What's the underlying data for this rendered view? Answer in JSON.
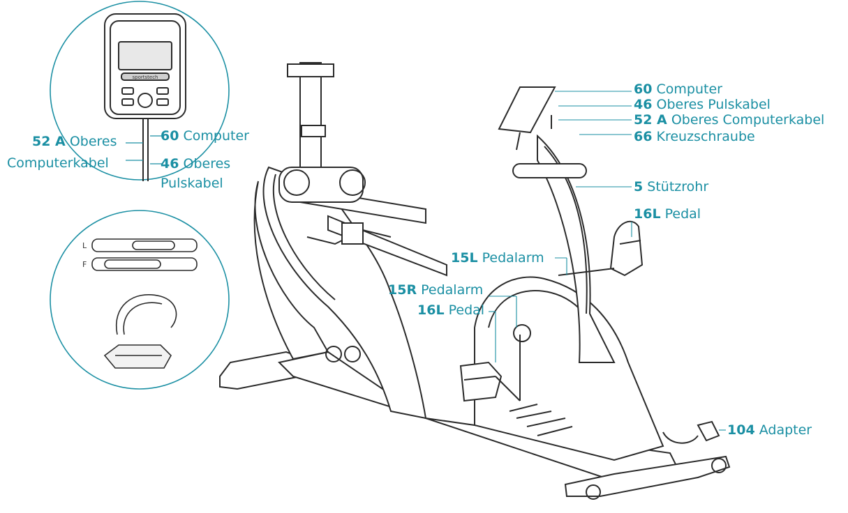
{
  "colors": {
    "accent": "#1a8fa3",
    "drawing": "#2a2a2a",
    "background": "#ffffff"
  },
  "inset_top": {
    "brand": "sportstech",
    "callouts": [
      {
        "num": "52 A",
        "text": "Oberes"
      },
      {
        "num": "",
        "text": "Computerkabel"
      },
      {
        "num": "60",
        "text": "Computer"
      },
      {
        "num": "46",
        "text": "Oberes"
      },
      {
        "num": "",
        "text": "Pulskabel"
      }
    ]
  },
  "inset_strap": {
    "letter_l": "L",
    "letter_r": "F"
  },
  "main": {
    "callouts": [
      {
        "num": "60",
        "text": "Computer"
      },
      {
        "num": "46",
        "text": "Oberes Pulskabel"
      },
      {
        "num": "52 A",
        "text": "Oberes Computerkabel"
      },
      {
        "num": "66",
        "text": "Kreuzschraube"
      },
      {
        "num": "5",
        "text": "Stützrohr"
      },
      {
        "num": "16L",
        "text": "Pedal"
      },
      {
        "num": "15L",
        "text": "Pedalarm"
      },
      {
        "num": "15R",
        "text": "Pedalarm"
      },
      {
        "num": "16L",
        "text": "Pedal"
      },
      {
        "num": "104",
        "text": "Adapter"
      }
    ]
  }
}
